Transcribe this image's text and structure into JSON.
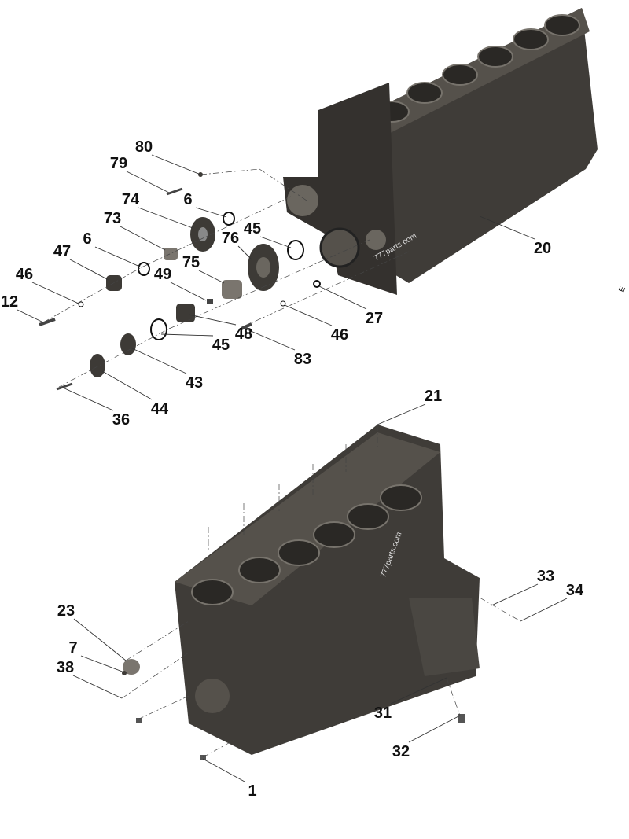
{
  "diagram": {
    "colors": {
      "part": "#3d3a36",
      "part_light": "#6a665f",
      "background": "#ffffff"
    },
    "labels": [
      "80",
      "79",
      "74",
      "6",
      "73",
      "6",
      "76",
      "45",
      "75",
      "47",
      "49",
      "46",
      "12",
      "20",
      "27",
      "46",
      "83",
      "48",
      "45",
      "43",
      "44",
      "36",
      "21",
      "33",
      "34",
      "23",
      "7",
      "38",
      "31",
      "32",
      "1"
    ],
    "watermarks": [
      "777parts.com",
      "777parts.com"
    ],
    "edge_mark": "E"
  }
}
